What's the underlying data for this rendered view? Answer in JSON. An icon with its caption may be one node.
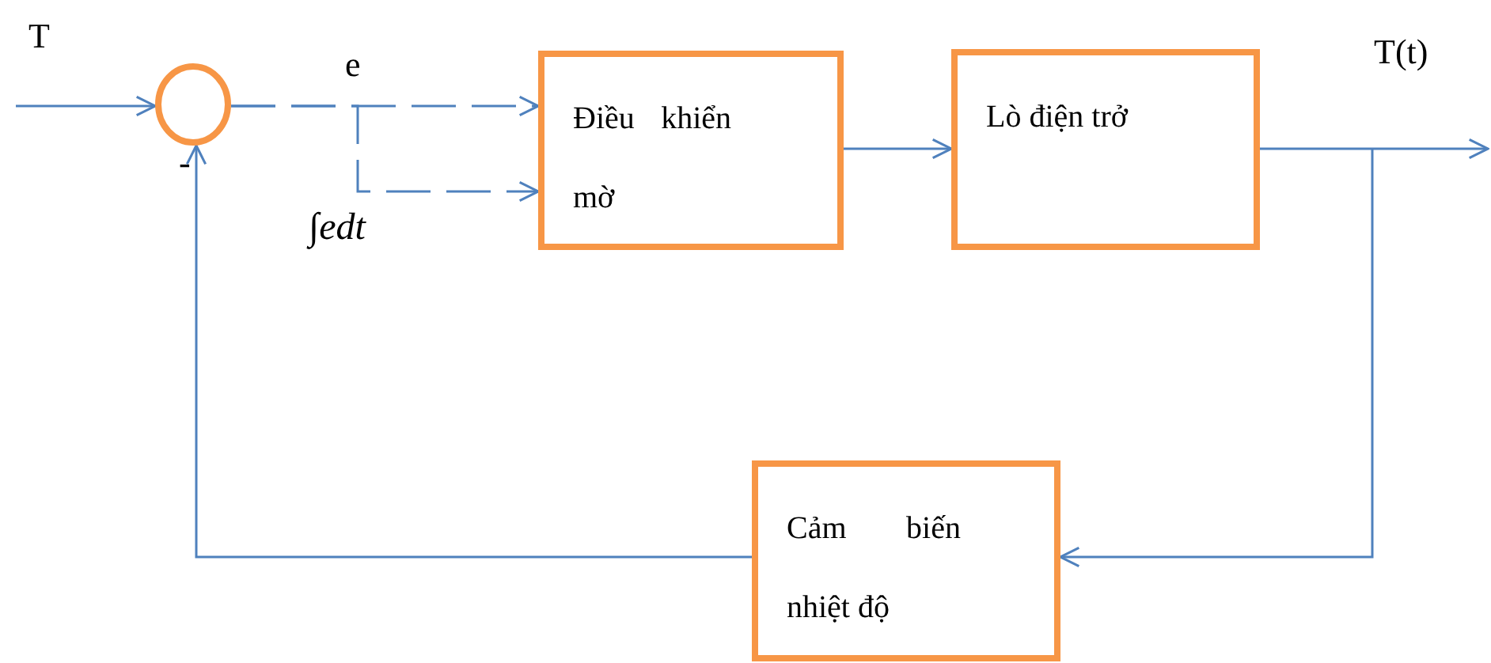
{
  "diagram": {
    "nodes": [
      {
        "text": [],
        "shape": "circle"
      },
      {
        "text": [
          "Điều khiển mờ"
        ]
      },
      {
        "text": [
          "Lò điện trở"
        ]
      },
      {
        "text": [
          "Cảm biến nhiệt độ"
        ]
      }
    ],
    "edges": [
      {
        "from": null,
        "to": 0,
        "arrow": "to"
      },
      {
        "from": 0,
        "to": 1,
        "arrow": "to",
        "style": "dashed"
      },
      {
        "from": 0,
        "to": 1,
        "arrow": "to",
        "style": "dashed"
      },
      {
        "from": 1,
        "to": 2,
        "arrow": "to"
      },
      {
        "from": 2,
        "to": null,
        "arrow": "to"
      },
      {
        "from": 2,
        "to": 3,
        "arrow": "to"
      },
      {
        "from": 3,
        "to": 0,
        "arrow": "to"
      }
    ],
    "labels": [
      "T",
      "e",
      "T(t)",
      "-",
      "∫*edt*"
    ]
  }
}
